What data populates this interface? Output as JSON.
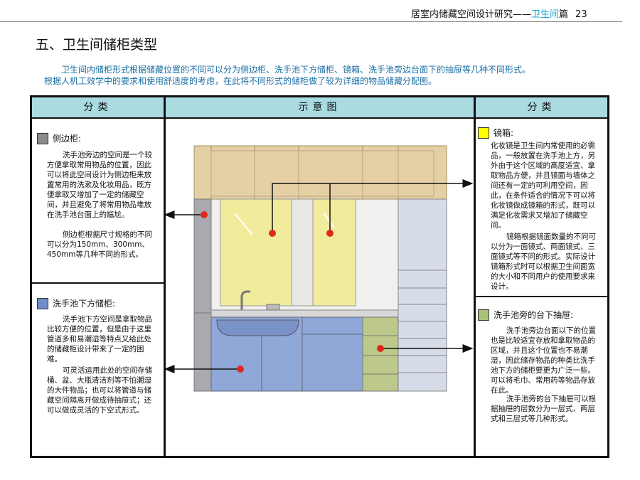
{
  "header": {
    "text": "居室内储藏空间设计研究——",
    "accent": "卫生间",
    "suffix": "篇",
    "page": "23"
  },
  "title": "五、卫生间储柜类型",
  "intro": "卫生间内储柜形式根据储藏位置的不同可以分为侧边柜、洗手池下方储柜、镜箱、洗手池旁边台面下的抽屉等几种不同形式。根据人机工效学中的要求和使用舒适度的考虑，在此将不同形式的储柜做了较为详细的物品储藏分配图。",
  "table": {
    "col_left": "分类",
    "col_mid": "示意图",
    "col_right": "分类"
  },
  "sections": {
    "side": {
      "title": "侧边柜:",
      "color": "#8c8c8c",
      "p1": "洗手池旁边的空间是一个较方便拿取常用物品的位置，因此可以将此空间设计为侧边柜来放置常用的洗漱及化妆用品，既方便拿取又增加了一定的储藏空间，并且避免了将常用物品堆放在洗手池台面上的尴尬。",
      "p2": "侧边柜根据尺寸规格的不同可以分为150mm、300mm、450mm等几种不同的形式。"
    },
    "under": {
      "title": "洗手池下方储柜:",
      "color": "#6f8fc8",
      "p1": "洗手池下方空间是拿取物品比较方便的位置，但是由于这里管道多和易潮湿等特点又给此处的储藏柜设计带来了一定的困难。",
      "p2": "可灵活运用此处的空间存储桶、盆、大瓶清洁剂等不怕潮湿的大件物品；也可以将管道与储藏空间隔离开做成待抽屉式；还可以做成灵活的下空式形式。"
    },
    "mirror": {
      "title": "镜箱:",
      "color": "#ffff00",
      "p1": "化妆镜是卫生间内常使用的必需品，一般放置在洗手池上方，另外由于这个区域的高度适宜、拿取物品方便，并且镜面与墙体之间还有一定的可利用空间，因此，在条件适合的情况下可以将化妆镜做成镜箱的形式，既可以满足化妆需求又增加了储藏空间。",
      "p2": "镜箱根据镜面数量的不同可以分为一面镜式、两面镜式、三面镜式等不同的形式。实际设计镜箱形式时可以根据卫生间面宽的大小和不同用户的使用要求来设计。"
    },
    "drawer": {
      "title": "洗手池旁的台下抽屉:",
      "color": "#a9c07a",
      "p1": "洗手池旁边台面以下的位置也是比较适宜存放和拿取物品的区域，并且这个位置也不易潮湿，因此储存物品的种类比洗手池下方的储柜要更为广泛一些。可以将毛巾、常用药等物品存放在此。",
      "p2": "洗手池旁的台下抽屉可以根据抽屉的层数分为一层式、两层式和三层式等几种形式。"
    }
  },
  "palette": {
    "wood": "#e5cfa5",
    "mirror": "#f0ec9c",
    "cabinet_blue": "#8fa8d8",
    "drawer_green": "#bdc98a",
    "wall": "#f0f0ee",
    "marker": "#e0281e"
  }
}
